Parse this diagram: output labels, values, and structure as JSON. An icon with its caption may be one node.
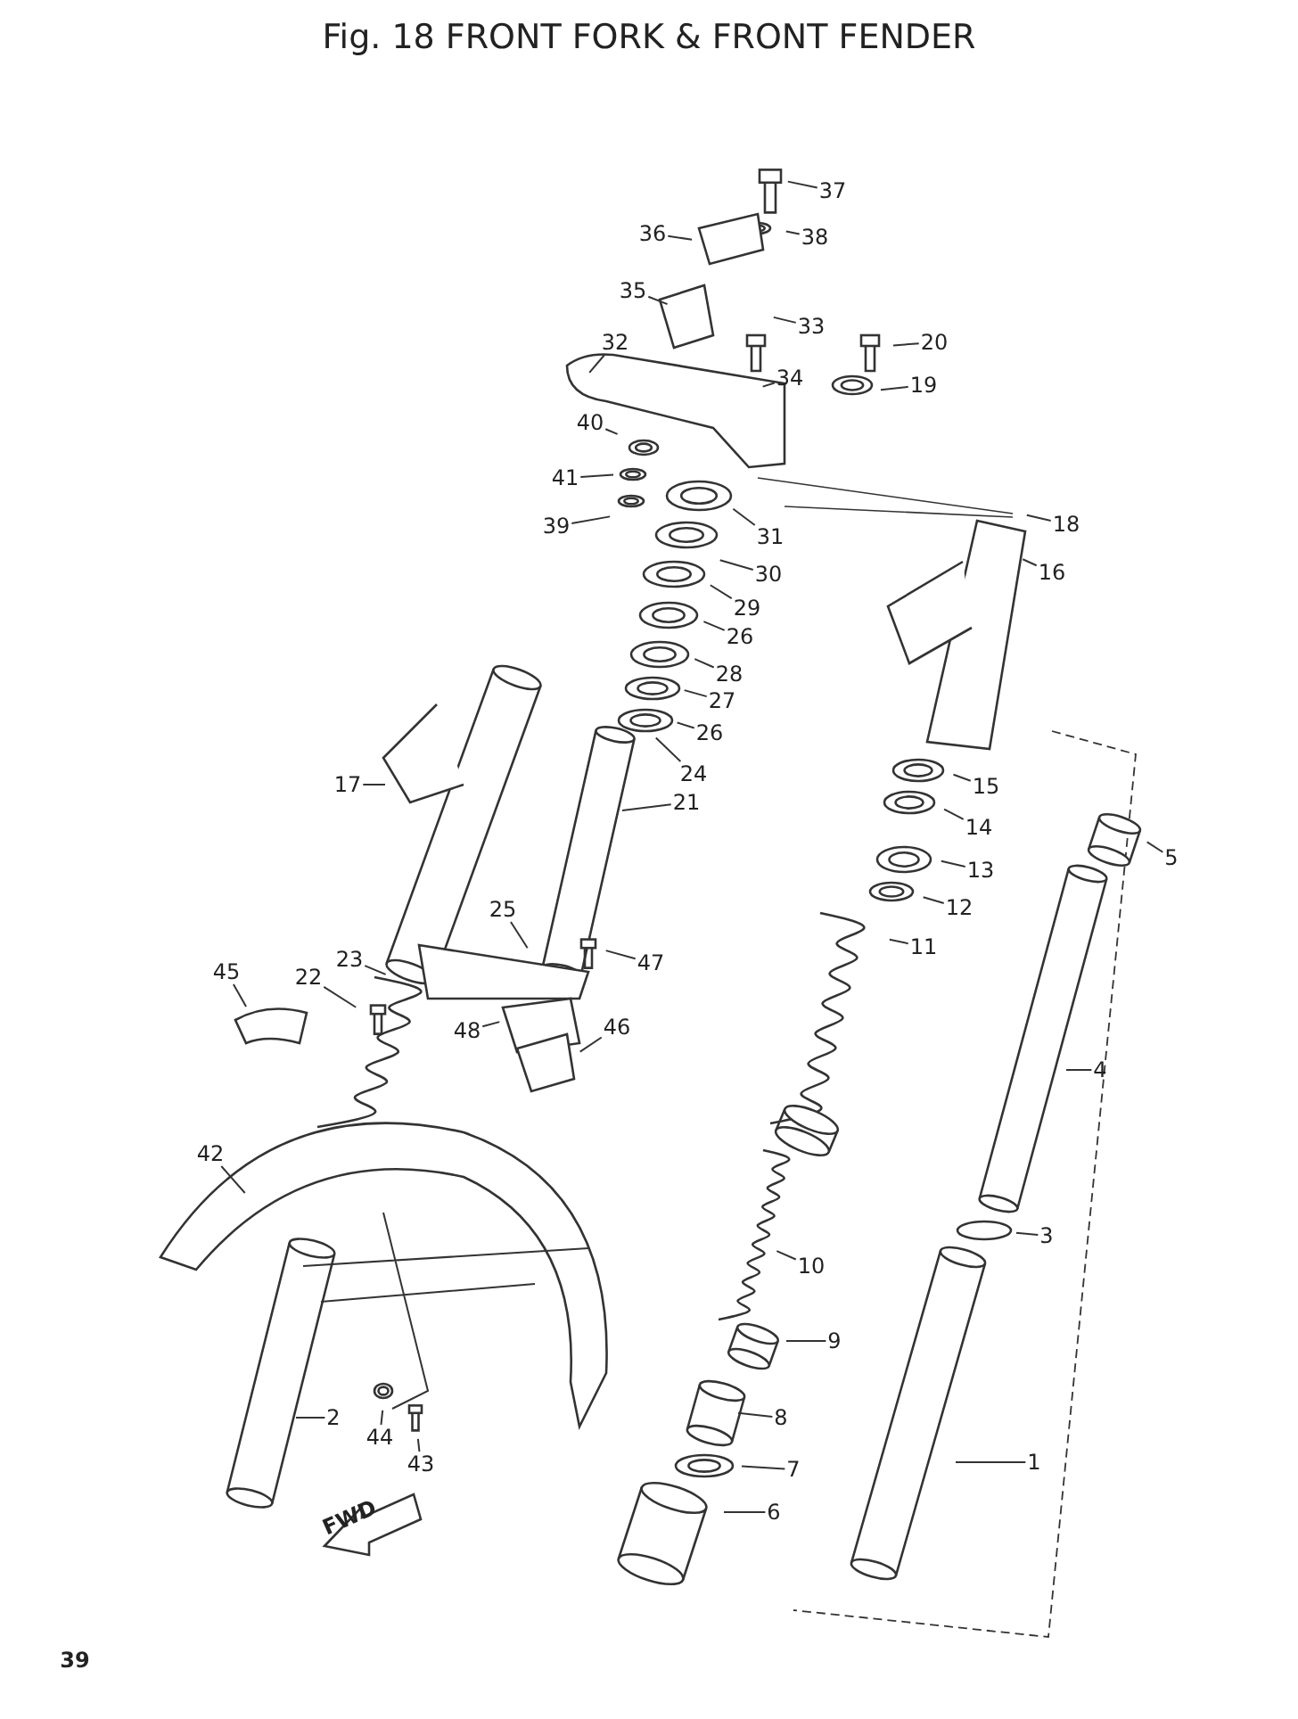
{
  "diagram": {
    "title": "Fig. 18 FRONT FORK & FRONT FENDER",
    "nodes": [
      {
        "text": [
          "37"
        ]
      },
      {
        "text": [
          "38"
        ]
      },
      {
        "text": [
          "36"
        ]
      },
      {
        "text": [
          "35"
        ]
      },
      {
        "text": [
          "33"
        ]
      },
      {
        "text": [
          "20"
        ]
      },
      {
        "text": [
          "32"
        ]
      },
      {
        "text": [
          "34"
        ]
      },
      {
        "text": [
          "19"
        ]
      },
      {
        "text": [
          "40"
        ]
      },
      {
        "text": [
          "41"
        ]
      },
      {
        "text": [
          "18"
        ]
      },
      {
        "text": [
          "39"
        ]
      },
      {
        "text": [
          "31"
        ]
      },
      {
        "text": [
          "16"
        ]
      },
      {
        "text": [
          "30"
        ]
      },
      {
        "text": [
          "29"
        ]
      },
      {
        "text": [
          "26"
        ]
      },
      {
        "text": [
          "28"
        ]
      },
      {
        "text": [
          "27"
        ]
      },
      {
        "text": [
          "26"
        ]
      },
      {
        "text": [
          "24"
        ]
      },
      {
        "text": [
          "17"
        ]
      },
      {
        "text": [
          "15"
        ]
      },
      {
        "text": [
          "21"
        ]
      },
      {
        "text": [
          "14"
        ]
      },
      {
        "text": [
          "5"
        ]
      },
      {
        "text": [
          "13"
        ]
      },
      {
        "text": [
          "12"
        ]
      },
      {
        "text": [
          "25"
        ]
      },
      {
        "text": [
          "11"
        ]
      },
      {
        "text": [
          "23"
        ]
      },
      {
        "text": [
          "47"
        ]
      },
      {
        "text": [
          "45"
        ]
      },
      {
        "text": [
          "22"
        ]
      },
      {
        "text": [
          "48"
        ]
      },
      {
        "text": [
          "46"
        ]
      },
      {
        "text": [
          "4"
        ]
      },
      {
        "text": [
          "42"
        ]
      },
      {
        "text": [
          "3"
        ]
      },
      {
        "text": [
          "10"
        ]
      },
      {
        "text": [
          "9"
        ]
      },
      {
        "text": [
          "8"
        ]
      },
      {
        "text": [
          "2"
        ]
      },
      {
        "text": [
          "44"
        ]
      },
      {
        "text": [
          "1"
        ]
      },
      {
        "text": [
          "43"
        ]
      },
      {
        "text": [
          "7"
        ]
      },
      {
        "text": [
          "6"
        ]
      }
    ],
    "edges": [
      {
        "from": 0,
        "to": null,
        "arrow": "none"
      },
      {
        "from": 1,
        "to": null,
        "arrow": "none"
      },
      {
        "from": 2,
        "to": null,
        "arrow": "none"
      },
      {
        "from": 3,
        "to": null,
        "arrow": "none"
      },
      {
        "from": 4,
        "to": null,
        "arrow": "none"
      },
      {
        "from": 5,
        "to": null,
        "arrow": "none"
      },
      {
        "from": 6,
        "to": null,
        "arrow": "none"
      },
      {
        "from": 7,
        "to": null,
        "arrow": "none"
      },
      {
        "from": 8,
        "to": null,
        "arrow": "none"
      },
      {
        "from": 9,
        "to": null,
        "arrow": "none"
      },
      {
        "from": 10,
        "to": null,
        "arrow": "none"
      },
      {
        "from": 11,
        "to": null,
        "arrow": "none"
      },
      {
        "from": 12,
        "to": null,
        "arrow": "none"
      },
      {
        "from": 13,
        "to": null,
        "arrow": "none"
      },
      {
        "from": 14,
        "to": null,
        "arrow": "none"
      },
      {
        "from": 15,
        "to": null,
        "arrow": "none"
      },
      {
        "from": 16,
        "to": null,
        "arrow": "none"
      },
      {
        "from": 17,
        "to": null,
        "arrow": "none"
      },
      {
        "from": 18,
        "to": null,
        "arrow": "none"
      },
      {
        "from": 19,
        "to": null,
        "arrow": "none"
      },
      {
        "from": 20,
        "to": null,
        "arrow": "none"
      },
      {
        "from": 21,
        "to": null,
        "arrow": "none"
      },
      {
        "from": 22,
        "to": null,
        "arrow": "none"
      },
      {
        "from": 23,
        "to": null,
        "arrow": "none"
      },
      {
        "from": 24,
        "to": null,
        "arrow": "none"
      },
      {
        "from": 25,
        "to": null,
        "arrow": "none"
      },
      {
        "from": 26,
        "to": null,
        "arrow": "none"
      },
      {
        "from": 27,
        "to": null,
        "arrow": "none"
      },
      {
        "from": 28,
        "to": null,
        "arrow": "none"
      },
      {
        "from": 29,
        "to": null,
        "arrow": "none"
      },
      {
        "from": 30,
        "to": null,
        "arrow": "none"
      },
      {
        "from": 31,
        "to": null,
        "arrow": "none"
      },
      {
        "from": 32,
        "to": null,
        "arrow": "none"
      },
      {
        "from": 33,
        "to": null,
        "arrow": "none"
      },
      {
        "from": 34,
        "to": null,
        "arrow": "none"
      },
      {
        "from": 35,
        "to": null,
        "arrow": "none"
      },
      {
        "from": 36,
        "to": null,
        "arrow": "none"
      },
      {
        "from": 37,
        "to": null,
        "arrow": "none"
      },
      {
        "from": 38,
        "to": null,
        "arrow": "none"
      },
      {
        "from": 39,
        "to": null,
        "arrow": "none"
      },
      {
        "from": 40,
        "to": null,
        "arrow": "none"
      },
      {
        "from": 41,
        "to": null,
        "arrow": "none"
      },
      {
        "from": 42,
        "to": null,
        "arrow": "none"
      },
      {
        "from": 43,
        "to": null,
        "arrow": "none"
      },
      {
        "from": 44,
        "to": null,
        "arrow": "none"
      },
      {
        "from": 45,
        "to": null,
        "arrow": "none"
      },
      {
        "from": 46,
        "to": null,
        "arrow": "none"
      },
      {
        "from": 47,
        "to": null,
        "arrow": "none"
      },
      {
        "from": 48,
        "to": null,
        "arrow": "none"
      }
    ],
    "labels": [
      "FWD",
      "39"
    ]
  }
}
